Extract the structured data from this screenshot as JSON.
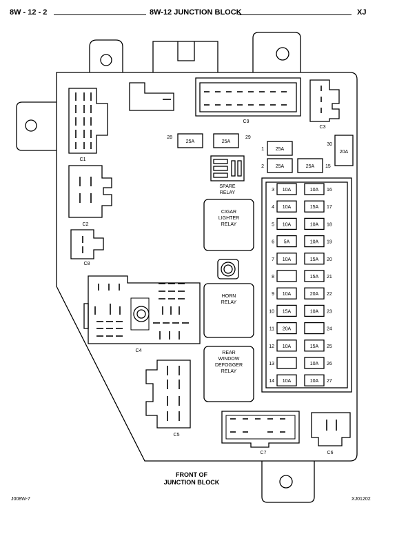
{
  "header": {
    "page_number": "8W - 12 - 2",
    "title": "8W-12 JUNCTION BLOCK",
    "model": "XJ"
  },
  "connectors": {
    "c1": "C1",
    "c2": "C2",
    "c3": "C3",
    "c4": "C4",
    "c5": "C5",
    "c6": "C6",
    "c7": "C7",
    "c8": "C8",
    "c9": "C9"
  },
  "relays": {
    "spare": [
      "SPARE",
      "RELAY"
    ],
    "cigar": [
      "CIGAR",
      "LIGHTER",
      "RELAY"
    ],
    "horn": [
      "HORN",
      "RELAY"
    ],
    "rear": [
      "REAR",
      "WINDOW",
      "DEFOGGER",
      "RELAY"
    ]
  },
  "top_fuses": [
    {
      "num": "28",
      "rating": "25A"
    },
    {
      "num": "29",
      "rating": "25A"
    },
    {
      "num": "30",
      "rating": "20A"
    },
    {
      "num": "1",
      "rating": "25A"
    },
    {
      "num": "2",
      "rating": "25A"
    },
    {
      "num": "15",
      "rating": "25A"
    }
  ],
  "fuse_rows": [
    {
      "left_num": "3",
      "left": "10A",
      "right": "10A",
      "right_num": "16"
    },
    {
      "left_num": "4",
      "left": "10A",
      "right": "15A",
      "right_num": "17"
    },
    {
      "left_num": "5",
      "left": "10A",
      "right": "10A",
      "right_num": "18"
    },
    {
      "left_num": "6",
      "left": "5A",
      "right": "10A",
      "right_num": "19"
    },
    {
      "left_num": "7",
      "left": "10A",
      "right": "15A",
      "right_num": "20"
    },
    {
      "left_num": "8",
      "left": "",
      "right": "15A",
      "right_num": "21"
    },
    {
      "left_num": "9",
      "left": "10A",
      "right": "20A",
      "right_num": "22"
    },
    {
      "left_num": "10",
      "left": "15A",
      "right": "10A",
      "right_num": "23"
    },
    {
      "left_num": "11",
      "left": "20A",
      "right": "",
      "right_num": "24"
    },
    {
      "left_num": "12",
      "left": "10A",
      "right": "15A",
      "right_num": "25"
    },
    {
      "left_num": "13",
      "left": "",
      "right": "10A",
      "right_num": "26"
    },
    {
      "left_num": "14",
      "left": "10A",
      "right": "10A",
      "right_num": "27"
    }
  ],
  "footer": {
    "caption_line1": "FRONT OF",
    "caption_line2": "JUNCTION BLOCK",
    "left_ref": "J008W-7",
    "right_ref": "XJ01202"
  }
}
